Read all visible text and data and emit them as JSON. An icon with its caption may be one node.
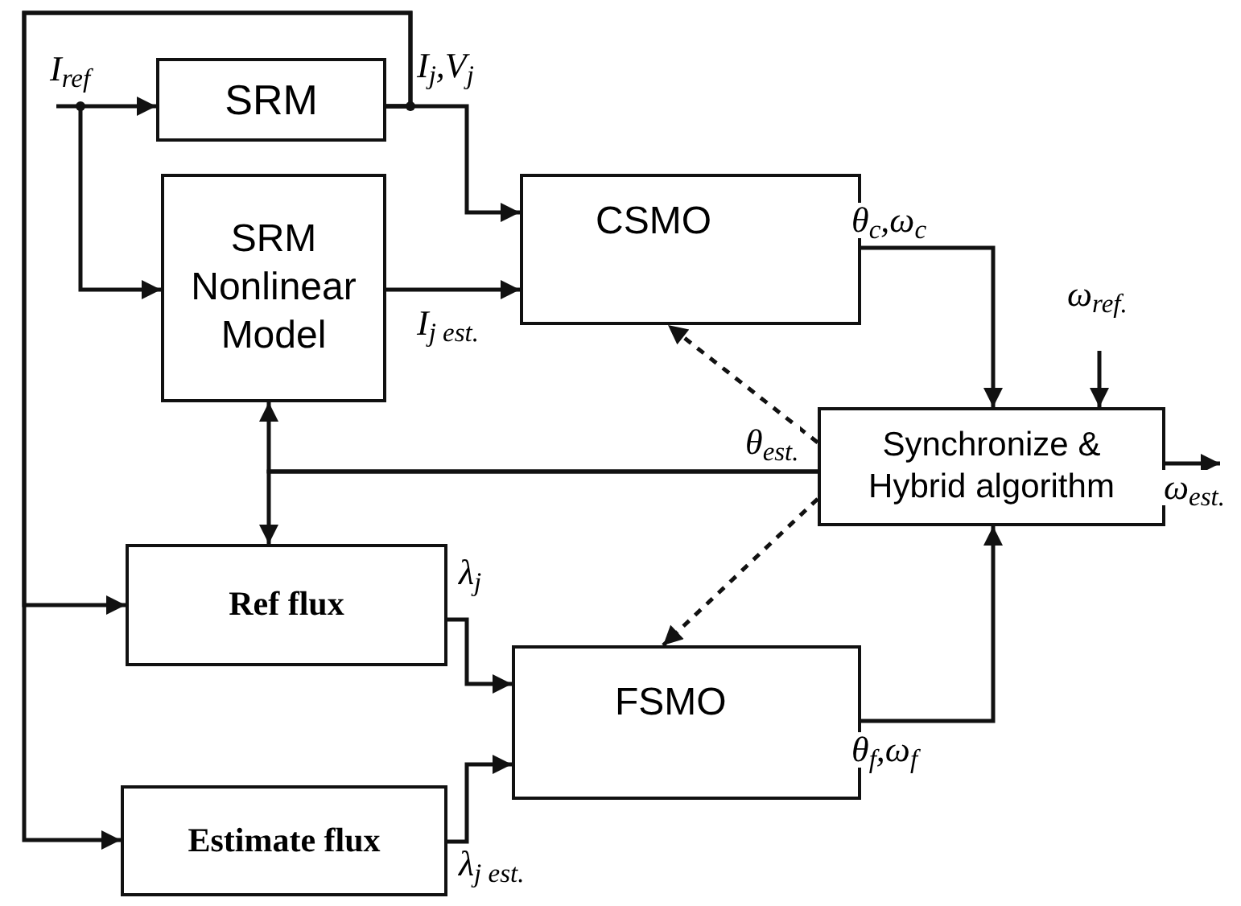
{
  "diagram": {
    "nodes": [
      {
        "text": [
          "SRM"
        ]
      },
      {
        "text": [
          "SRM Nonlinear Model"
        ]
      },
      {
        "text": [
          "CSMO"
        ]
      },
      {
        "text": [
          "Synchronize & Hybrid algorithm"
        ]
      },
      {
        "text": [
          "Ref flux"
        ]
      },
      {
        "text": [
          "FSMO"
        ]
      },
      {
        "text": [
          "Estimate flux"
        ]
      }
    ],
    "edges": [
      {
        "from": null,
        "to": 0,
        "arrow": "to",
        "label": "I$_{ref}$"
      },
      {
        "from": null,
        "to": 1,
        "arrow": "to"
      },
      {
        "from": 0,
        "to": 2,
        "arrow": "to",
        "label": "I$_{j}$,V$_{j}$"
      },
      {
        "from": 0,
        "to": 4,
        "arrow": "to"
      },
      {
        "from": 0,
        "to": 6,
        "arrow": "to"
      },
      {
        "from": 1,
        "to": 2,
        "arrow": "to",
        "label": "I$_{j est.}$"
      },
      {
        "from": 2,
        "to": 3,
        "arrow": "to",
        "label": "θ$_{c}$,ω$_{c}$"
      },
      {
        "from": null,
        "to": 3,
        "arrow": "to",
        "label": "ω$_{ref.}$"
      },
      {
        "from": 3,
        "to": null,
        "arrow": "to",
        "label": "ω$_{est.}$"
      },
      {
        "from": 3,
        "to": 1,
        "arrow": "to",
        "label": "θ$_{est.}$"
      },
      {
        "from": 3,
        "to": 4,
        "arrow": "to"
      },
      {
        "from": 3,
        "to": 2,
        "arrow": "to",
        "style": "dashed"
      },
      {
        "from": 3,
        "to": 5,
        "arrow": "to",
        "style": "dashed"
      },
      {
        "from": 4,
        "to": 5,
        "arrow": "to",
        "label": "λ$_{j}$"
      },
      {
        "from": 6,
        "to": 5,
        "arrow": "to",
        "label": "λ$_{j est.}$"
      },
      {
        "from": 5,
        "to": 3,
        "arrow": "to",
        "label": "θ$_{f}$,ω$_{f}$"
      }
    ]
  }
}
